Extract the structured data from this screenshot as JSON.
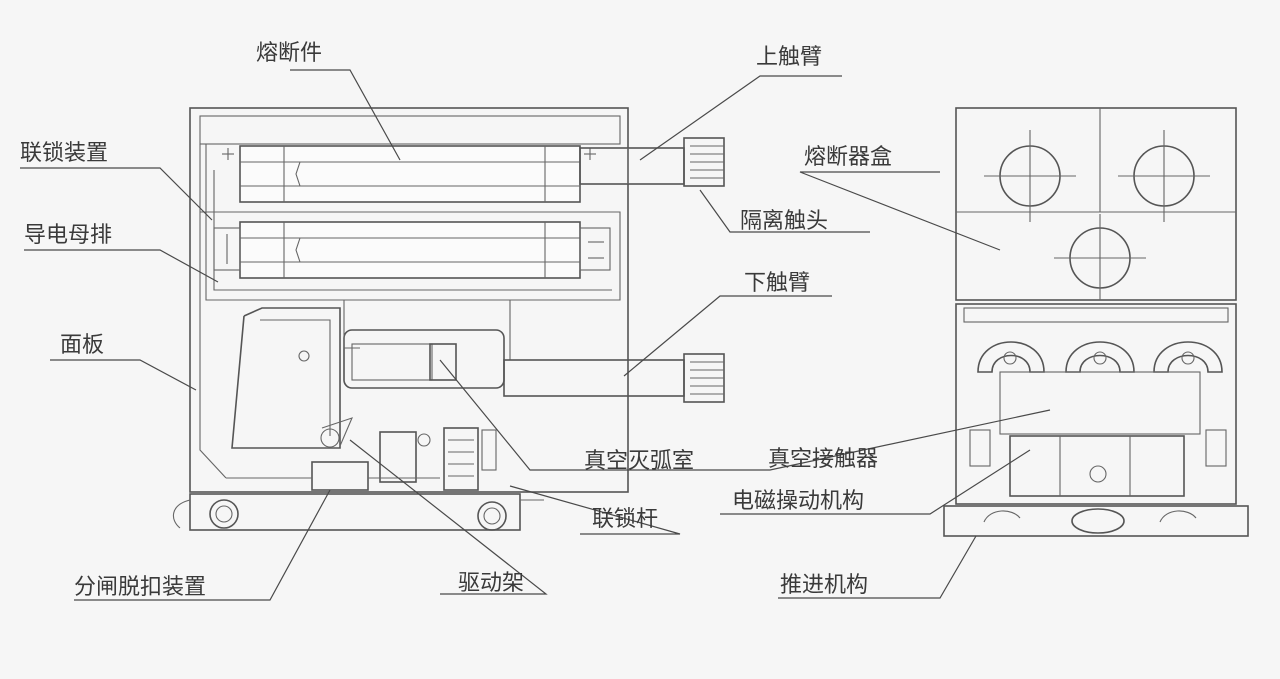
{
  "colors": {
    "background": "#f6f6f6",
    "line": "#555555",
    "text": "#3a3a3a"
  },
  "labels": {
    "fuse_element": "熔断件",
    "upper_arm": "上触臂",
    "interlock_device": "联锁装置",
    "isolating_contact": "隔离触头",
    "fuse_box": "熔断器盒",
    "busbar": "导电母排",
    "lower_arm": "下触臂",
    "panel": "面板",
    "vacuum_interrupter": "真空灭弧室",
    "vacuum_contactor": "真空接触器",
    "electromagnetic_mechanism": "电磁操动机构",
    "interlock_rod": "联锁杆",
    "trip_device": "分闸脱扣装置",
    "drive_frame": "驱动架",
    "propulsion_mechanism": "推进机构"
  }
}
